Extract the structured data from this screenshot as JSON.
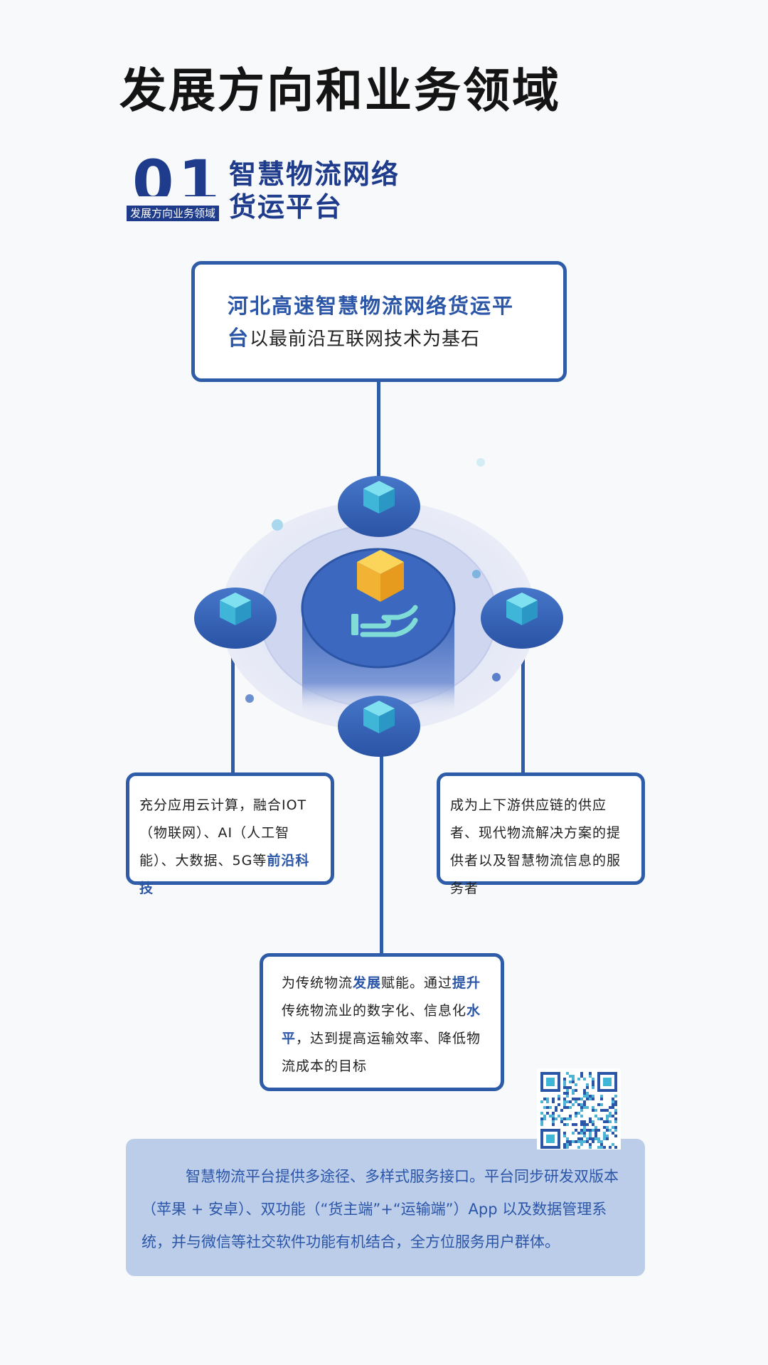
{
  "page_title": "发展方向和业务领域",
  "section": {
    "number": "01",
    "tag": "发展方向业务领域",
    "title_line1": "智慧物流网络",
    "title_line2": "货运平台"
  },
  "top_box": {
    "highlight_a": "河北高速智慧物流网络货运平",
    "highlight_b": "台",
    "rest": "以最前沿互联网技术为基石"
  },
  "left_box": {
    "text_a": "充分应用云计算，融合IOT（物联网）、AI（人工智能）、大数据、5G等",
    "text_b": "前沿科技"
  },
  "right_box": {
    "text": "成为上下游供应链的供应者、现代物流解决方案的提供者以及智慧物流信息的服务者"
  },
  "bottom_box": {
    "t1": "为传统物流",
    "b1": "发展",
    "t2": "赋能。通过",
    "b2": "提升",
    "t3": "传统物流业的数字化、信息化",
    "b3": "水平",
    "t4": "，达到提高运输效率、降低物流成本的目标"
  },
  "info": {
    "text": "智慧物流平台提供多途径、多样式服务接口。平台同步研发双版本（苹果 + 安卓）、双功能（“货主端”+“运输端”）App 以及数据管理系统，并与微信等社交软件功能有机结合，全方位服务用户群体。"
  },
  "colors": {
    "brand_blue": "#2f5ca8",
    "dark_blue": "#1f3c8c",
    "accent_orange": "#f2b234",
    "cyan": "#3fb6d8",
    "panel_bg": "#bccde9"
  },
  "icons": {
    "center": "hand-holding-cube-icon",
    "nodes": "cube-icon",
    "qr": "qr-code-icon"
  }
}
